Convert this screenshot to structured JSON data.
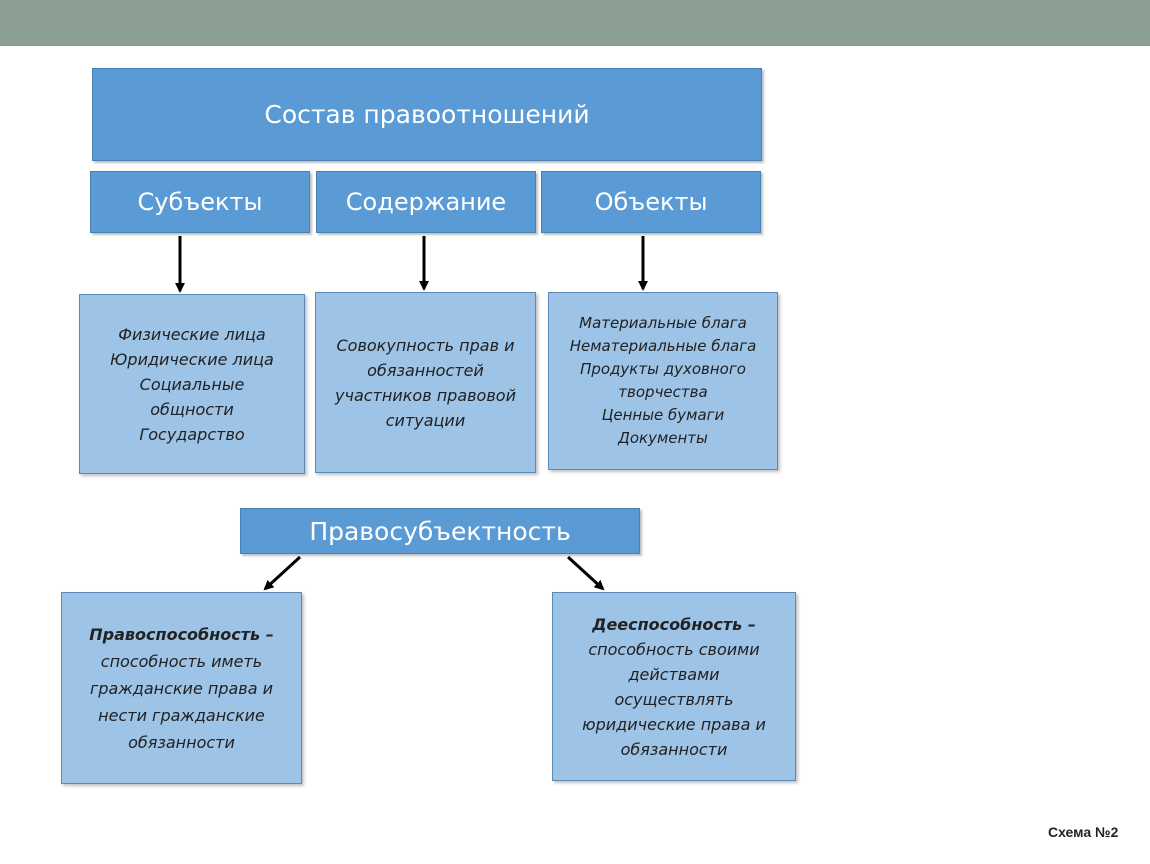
{
  "title": "Состав правоотношений",
  "categories": {
    "subjects": "Субъекты",
    "content": "Содержание",
    "objects": "Объекты"
  },
  "subjects_list": [
    "Физические лица",
    "Юридические лица",
    "Социальные",
    "общности",
    "Государство"
  ],
  "content_list": [
    "Совокупность прав и",
    "обязанностей",
    "участников правовой",
    "ситуации"
  ],
  "objects_list": [
    "Материальные блага",
    "Нематериальные блага",
    "Продукты духовного",
    "творчества",
    "Ценные бумаги",
    "Документы"
  ],
  "legal_personality": "Правосубъектность",
  "capacity_rights": {
    "term": "Правоспособность –",
    "lines": [
      "способность иметь",
      "гражданские права и",
      "нести гражданские",
      "обязанности"
    ]
  },
  "capacity_act": {
    "term": "Дееспособность –",
    "lines": [
      "способность своими",
      "действами",
      "осуществлять",
      "юридические права и",
      "обязанности"
    ]
  },
  "caption": "Схема №2"
}
